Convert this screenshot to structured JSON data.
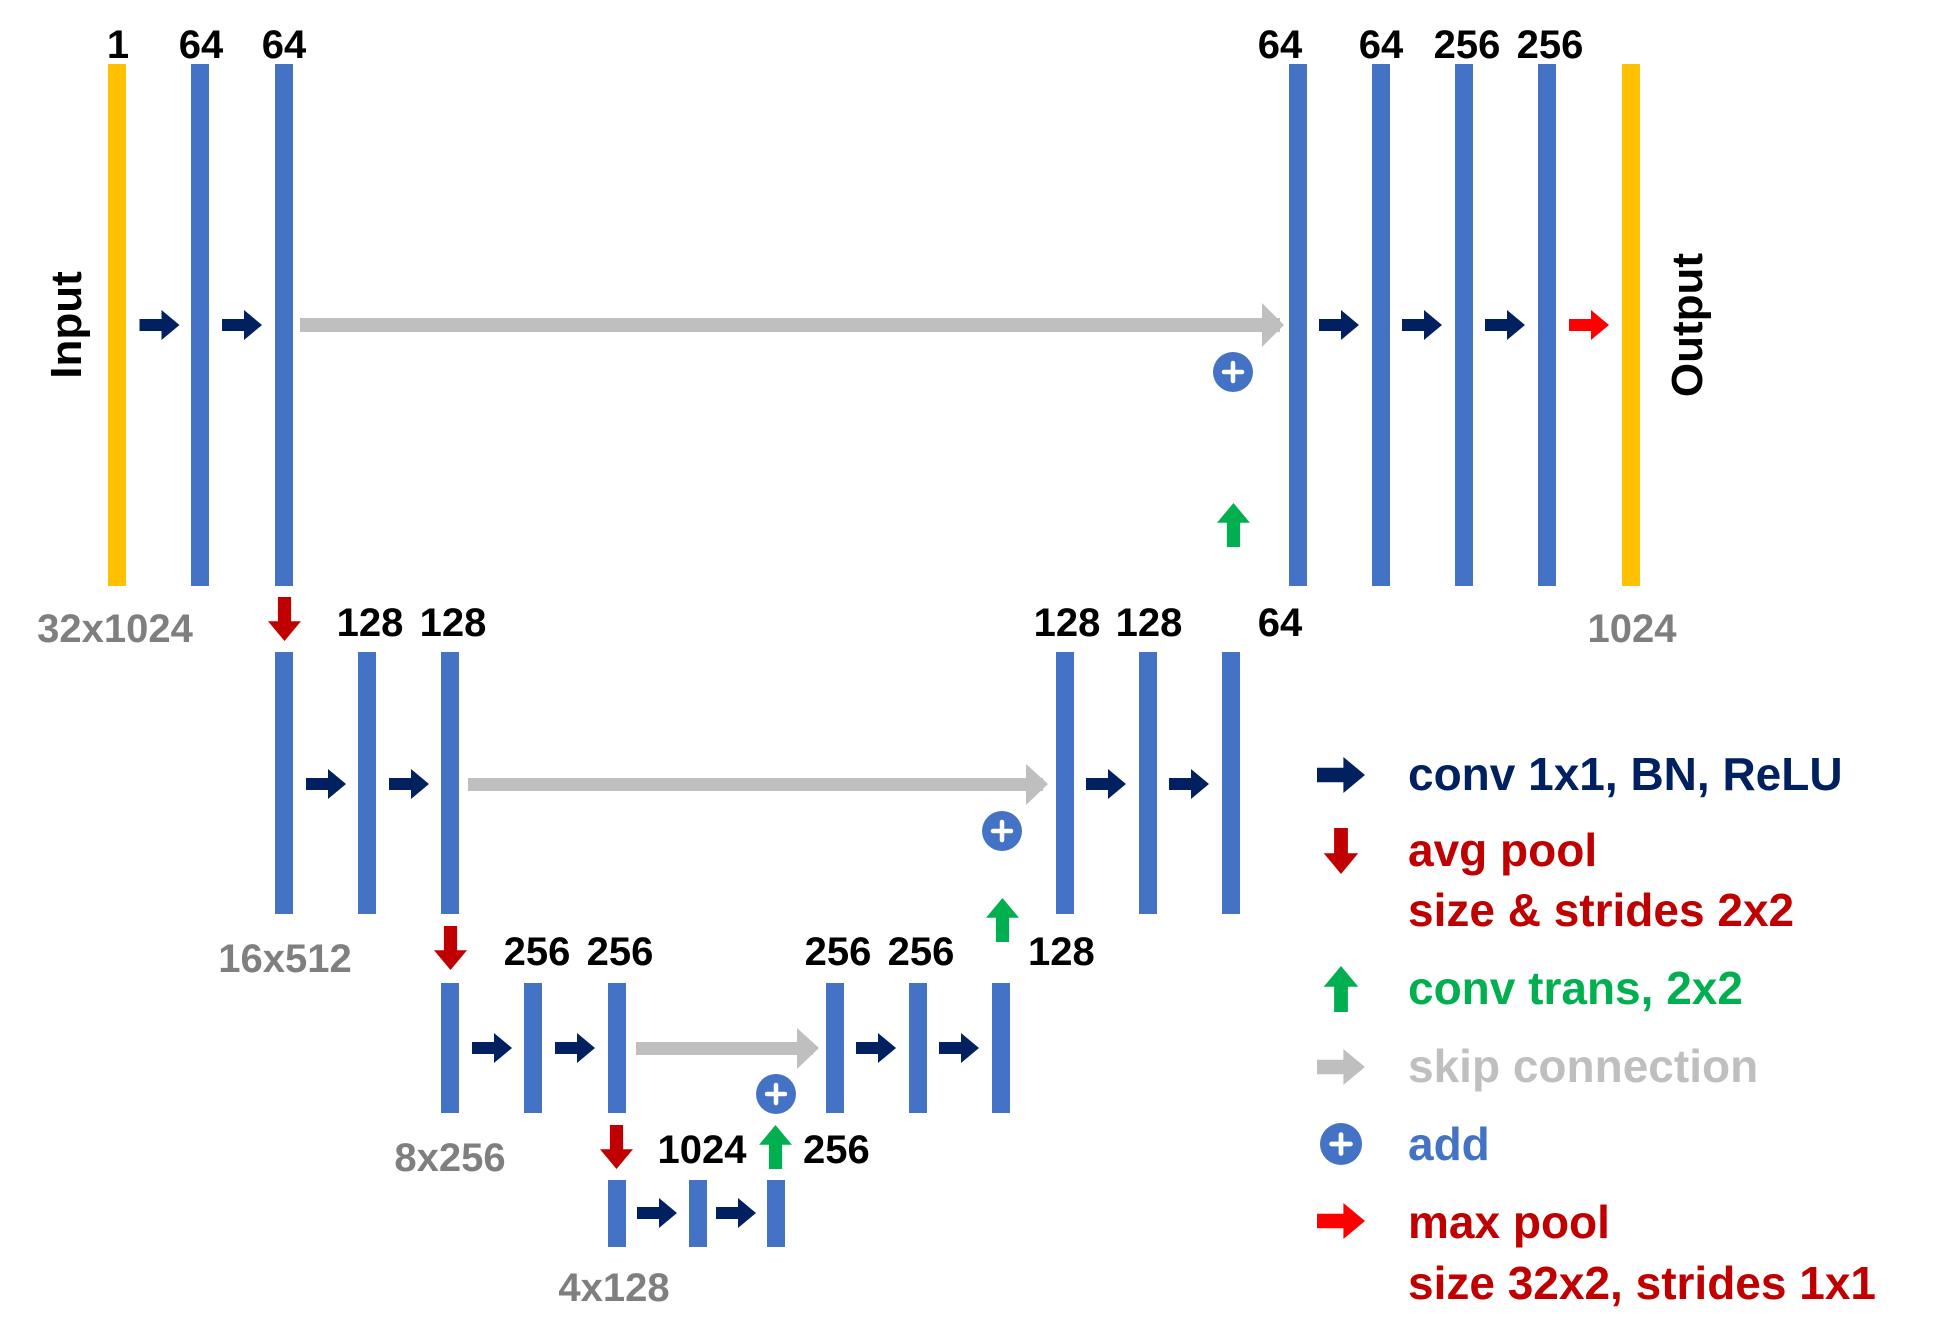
{
  "labels": {
    "input": "Input",
    "output": "Output"
  },
  "channels": {
    "l1_in": "1",
    "l1_a": "64",
    "l1_b": "64",
    "l1_dec_a": "64",
    "l1_dec_b": "64",
    "l1_dec_c": "256",
    "l1_dec_d": "256",
    "l2_a": "128",
    "l2_b": "128",
    "l2_dec_a": "128",
    "l2_dec_b": "128",
    "l2_up": "64",
    "l3_a": "256",
    "l3_b": "256",
    "l3_dec_a": "256",
    "l3_dec_b": "256",
    "l3_up": "128",
    "l4_a": "1024",
    "l4_up": "256"
  },
  "dims": {
    "l1": "32x1024",
    "l2": "16x512",
    "l3": "8x256",
    "l4": "4x128",
    "out": "1024"
  },
  "legend": [
    {
      "icon": "navy-right-arrow-icon",
      "text": "conv 1x1, BN, ReLU",
      "color": "#002060"
    },
    {
      "icon": "red-down-arrow-icon",
      "text": "avg pool",
      "text2": "size & strides 2x2",
      "color": "#c00000"
    },
    {
      "icon": "green-up-arrow-icon",
      "text": "conv trans, 2x2",
      "color": "#00b050"
    },
    {
      "icon": "gray-right-arrow-icon",
      "text": "skip connection",
      "color": "#bfbfbf"
    },
    {
      "icon": "add-circle-icon",
      "text": "add",
      "color": "#4472c4"
    },
    {
      "icon": "bright-red-right-arrow-icon",
      "text": "max pool",
      "text2": "size 32x2, strides 1x1",
      "color": "#c00000"
    }
  ],
  "colors": {
    "feature_bar": "#4472c4",
    "io_bar": "#ffc000",
    "conv_arrow": "#002060",
    "pool_arrow": "#c00000",
    "up_arrow": "#00b050",
    "skip_arrow": "#bfbfbf",
    "maxpool_arrow": "#ff0000",
    "add_circle": "#4472c4"
  }
}
